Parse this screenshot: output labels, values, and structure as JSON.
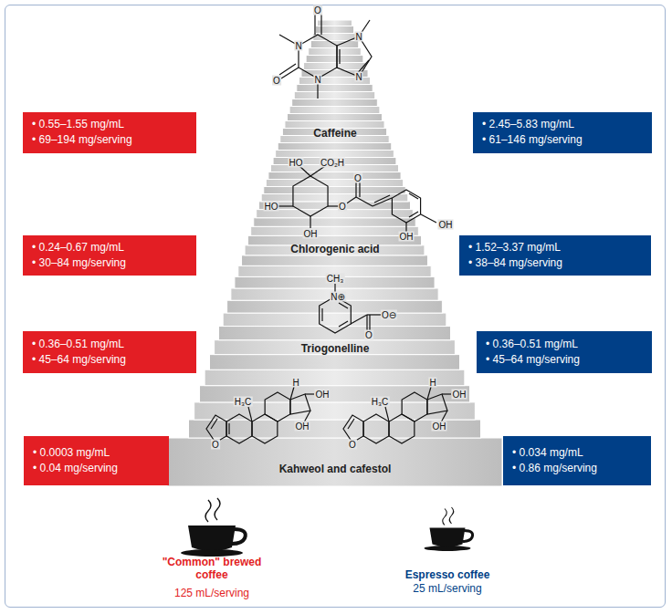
{
  "diagram": {
    "nodes": [
      {
        "text": [
          "• 0.55–1.55 mg/mL",
          "• 69–194 mg/serving"
        ]
      },
      {
        "text": [
          "• 2.45–5.83 mg/mL",
          "• 61–146 mg/serving"
        ]
      },
      {
        "text": [
          "• 0.24–0.67 mg/mL",
          "• 30–84 mg/serving"
        ]
      },
      {
        "text": [
          "• 1.52–3.37 mg/mL",
          "• 38–84 mg/serving"
        ]
      },
      {
        "text": [
          "• 0.36–0.51 mg/mL",
          "• 45–64 mg/serving"
        ]
      },
      {
        "text": [
          "• 0.36–0.51 mg/mL",
          "• 45–64 mg/serving"
        ]
      },
      {
        "text": [
          "• 0.0003 mg/mL",
          "• 0.04 mg/serving"
        ]
      },
      {
        "text": [
          "• 0.034 mg/mL",
          "• 0.86 mg/serving"
        ]
      }
    ],
    "labels": [
      "Caffeine",
      "O",
      "N",
      "O",
      "N",
      "N",
      "N",
      "Chlorogenic acid",
      "HO",
      "CO₂H",
      "HO",
      "OH",
      "O",
      "O",
      "OH",
      "OH",
      "Triogonelline",
      "CH₃",
      "N⊕",
      "O",
      "O⊖",
      "Kahweol and cafestol",
      "H₃C",
      "H",
      "OH",
      "OH",
      "O",
      "H₃C",
      "H",
      "OH",
      "OH",
      "O",
      "\"Common\" brewed coffee",
      "125 mL/serving",
      "Espresso coffee",
      "25 mL/serving"
    ]
  }
}
